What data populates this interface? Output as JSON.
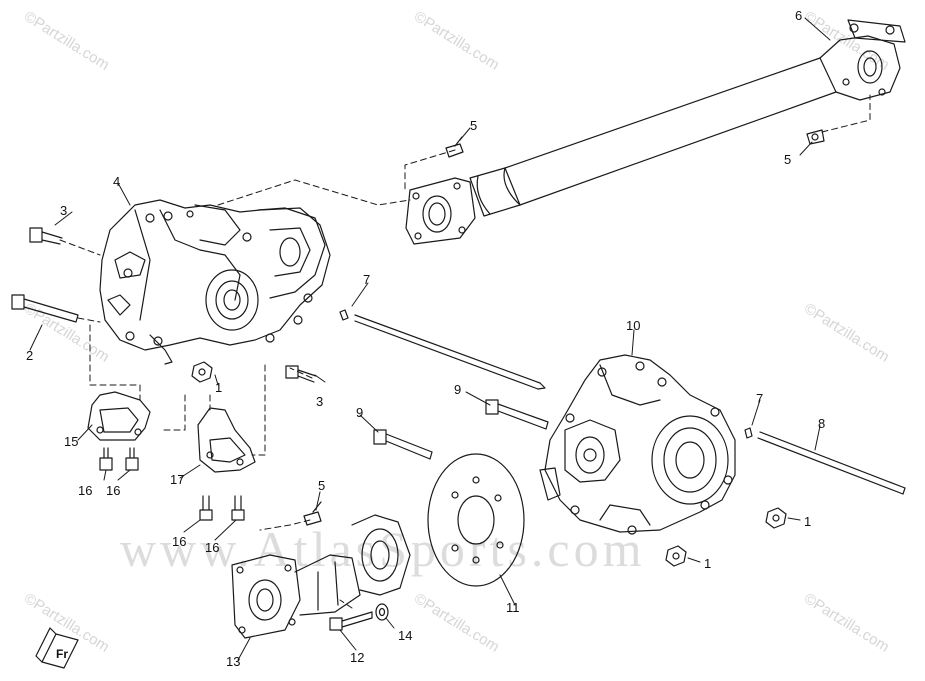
{
  "watermarks": {
    "partzilla": "©Partzilla.com",
    "bottom": "www.AtlasSports.com"
  },
  "callouts": [
    "1",
    "2",
    "3",
    "4",
    "5",
    "6",
    "7",
    "8",
    "9",
    "10",
    "11",
    "12",
    "13",
    "14",
    "15",
    "16",
    "17"
  ],
  "orientation_mark": "Fr"
}
